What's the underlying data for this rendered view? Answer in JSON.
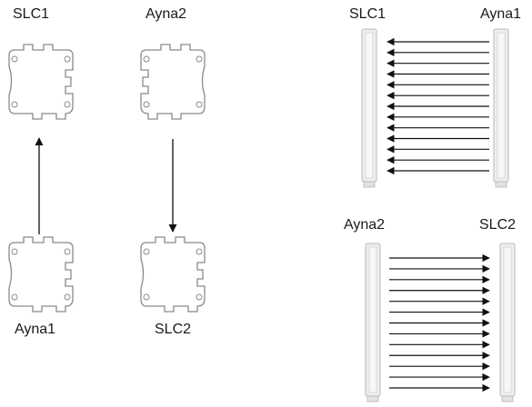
{
  "labels": {
    "top_left_a": "SLC1",
    "top_left_b": "Ayna2",
    "bottom_left_a": "Ayna1",
    "bottom_left_b": "SLC2",
    "right_top_left": "SLC1",
    "right_top_right": "Ayna1",
    "right_bottom_left": "Ayna2",
    "right_bottom_right": "SLC2"
  },
  "diagram": {
    "arrows_per_set": 13,
    "top_set_direction": "right-to-left",
    "bottom_set_direction": "left-to-right",
    "left_arrow_1_direction": "up",
    "left_arrow_2_direction": "down"
  },
  "colors": {
    "outline": "#8a8a8a",
    "arrow": "#111111",
    "bar_fill": "#eeeeef",
    "bar_stroke": "#b8b8bc"
  }
}
